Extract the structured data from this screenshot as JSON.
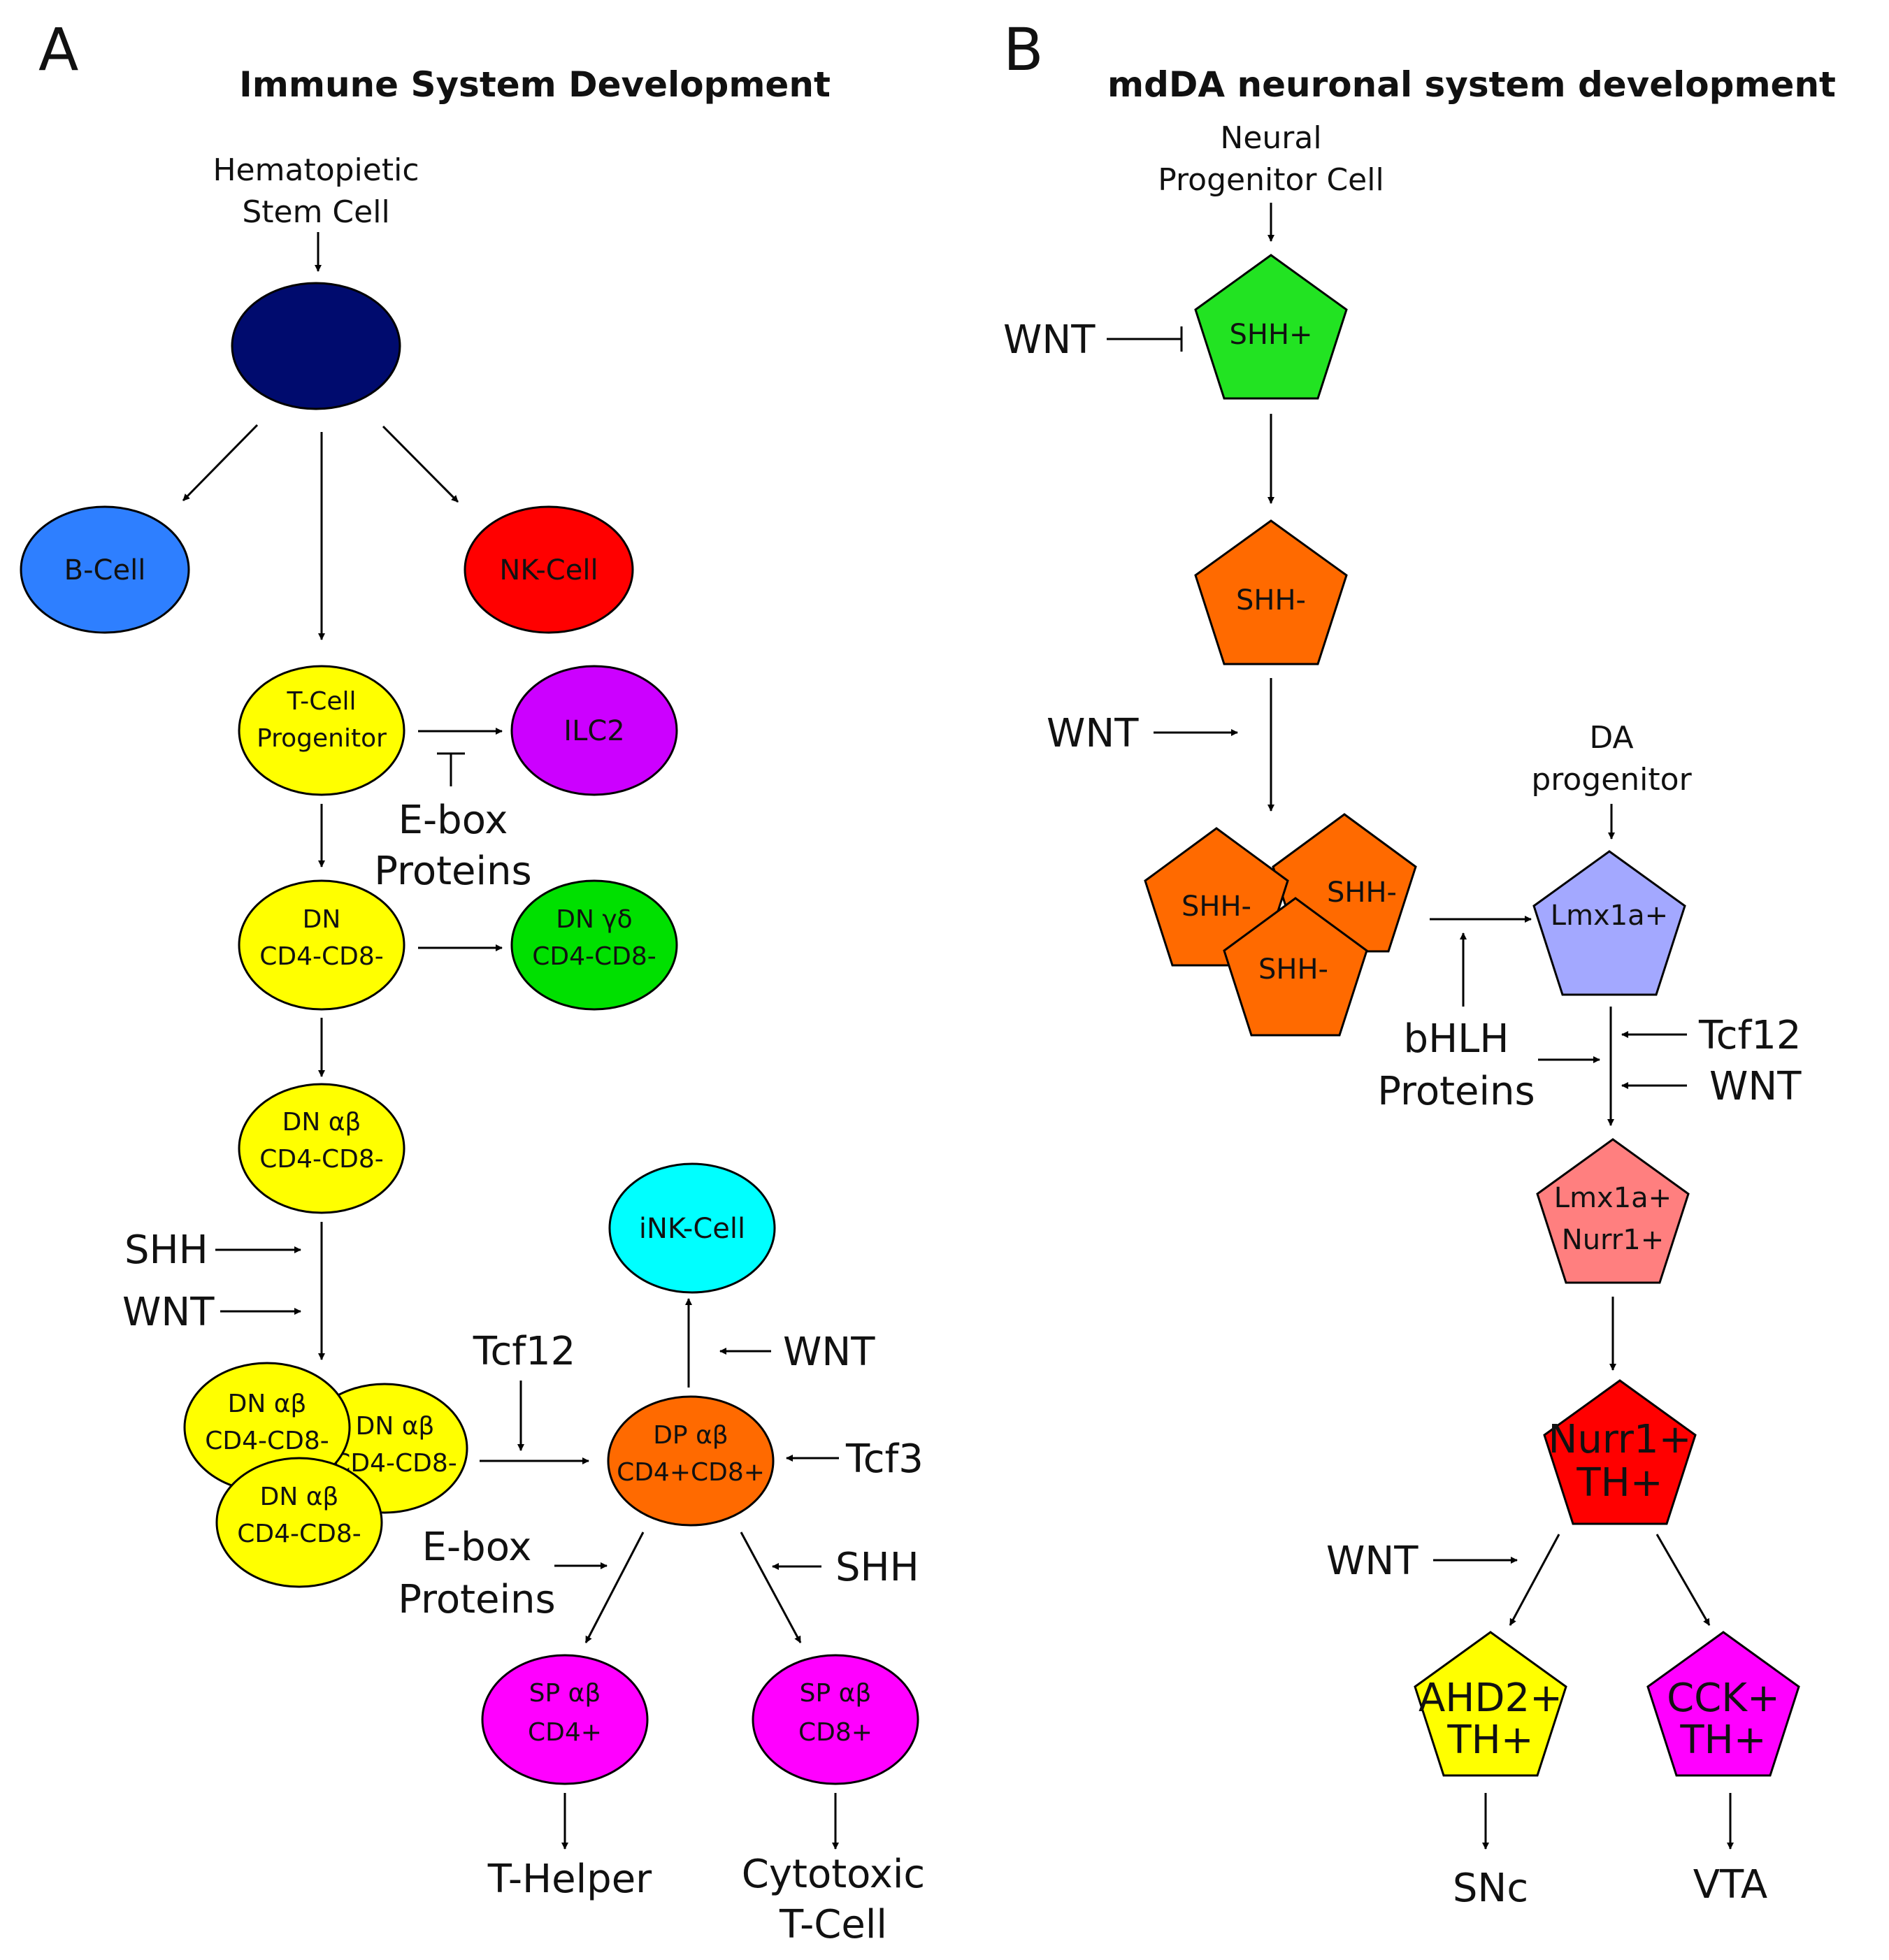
{
  "panel_a": {
    "letter": "A",
    "title": "Immune System Development",
    "source": [
      "Hematopietic",
      "Stem Cell"
    ],
    "b_cell": "B-Cell",
    "nk_cell": "NK-Cell",
    "t_prog": [
      "T-Cell",
      "Progenitor"
    ],
    "ilc2": "ILC2",
    "ebox1": [
      "E-box",
      "Proteins"
    ],
    "dn": [
      "DN",
      "CD4-CD8-"
    ],
    "dn_gd": [
      "DN γδ",
      "CD4-CD8-"
    ],
    "dn_ab": [
      "DN αβ",
      "CD4-CD8-"
    ],
    "shh1": "SHH",
    "wnt1": "WNT",
    "dn_ab_cluster": [
      "DN αβ",
      "CD4-CD8-"
    ],
    "tcf12": "Tcf12",
    "dp": [
      "DP αβ",
      "CD4+CD8+"
    ],
    "ink": "iNK-Cell",
    "wnt2": "WNT",
    "tcf3": "Tcf3",
    "shh2": "SHH",
    "ebox2": [
      "E-box",
      "Proteins"
    ],
    "sp4": [
      "SP αβ",
      "CD4+"
    ],
    "sp8": [
      "SP αβ",
      "CD8+"
    ],
    "t_helper": "T-Helper",
    "cytotoxic": [
      "Cytotoxic",
      "T-Cell"
    ]
  },
  "panel_b": {
    "letter": "B",
    "title": "mdDA neuronal system development",
    "source": [
      "Neural",
      "Progenitor Cell"
    ],
    "shh_pos": "SHH+",
    "wnt_inhib": "WNT",
    "shh_neg": "SHH-",
    "wnt2": "WNT",
    "shh_cluster": "SHH-",
    "da_prog": [
      "DA",
      "progenitor"
    ],
    "lmx1a": "Lmx1a+",
    "bhlh": [
      "bHLH",
      "Proteins"
    ],
    "tcf12": "Tcf12",
    "wnt3": "WNT",
    "lmx_nurr": [
      "Lmx1a+",
      "Nurr1+"
    ],
    "nurr_th": [
      "Nurr1+",
      "TH+"
    ],
    "wnt4": "WNT",
    "ahd2": [
      "AHD2+",
      "TH+"
    ],
    "cck": [
      "CCK+",
      "TH+"
    ],
    "snc": "SNc",
    "vta": "VTA"
  },
  "colors": {
    "hsc": "#000b6e",
    "b_cell": "#2e7fff",
    "nk_cell": "#ff0000",
    "yellow": "#ffff00",
    "ilc2": "#cc00ff",
    "green": "#00e000",
    "dp_orange": "#ff6a00",
    "ink_cyan": "#00ffff",
    "magenta": "#ff00ff",
    "shh_pos_green": "#22e322",
    "shh_neg_orange": "#ff6a00",
    "lmx_lavender": "#a3a8ff",
    "lmx_nurr_salmon": "#ff7f7f",
    "nurr_red": "#ff0000",
    "ahd2_yellow": "#ffff00",
    "cck_magenta": "#ff00ff"
  }
}
